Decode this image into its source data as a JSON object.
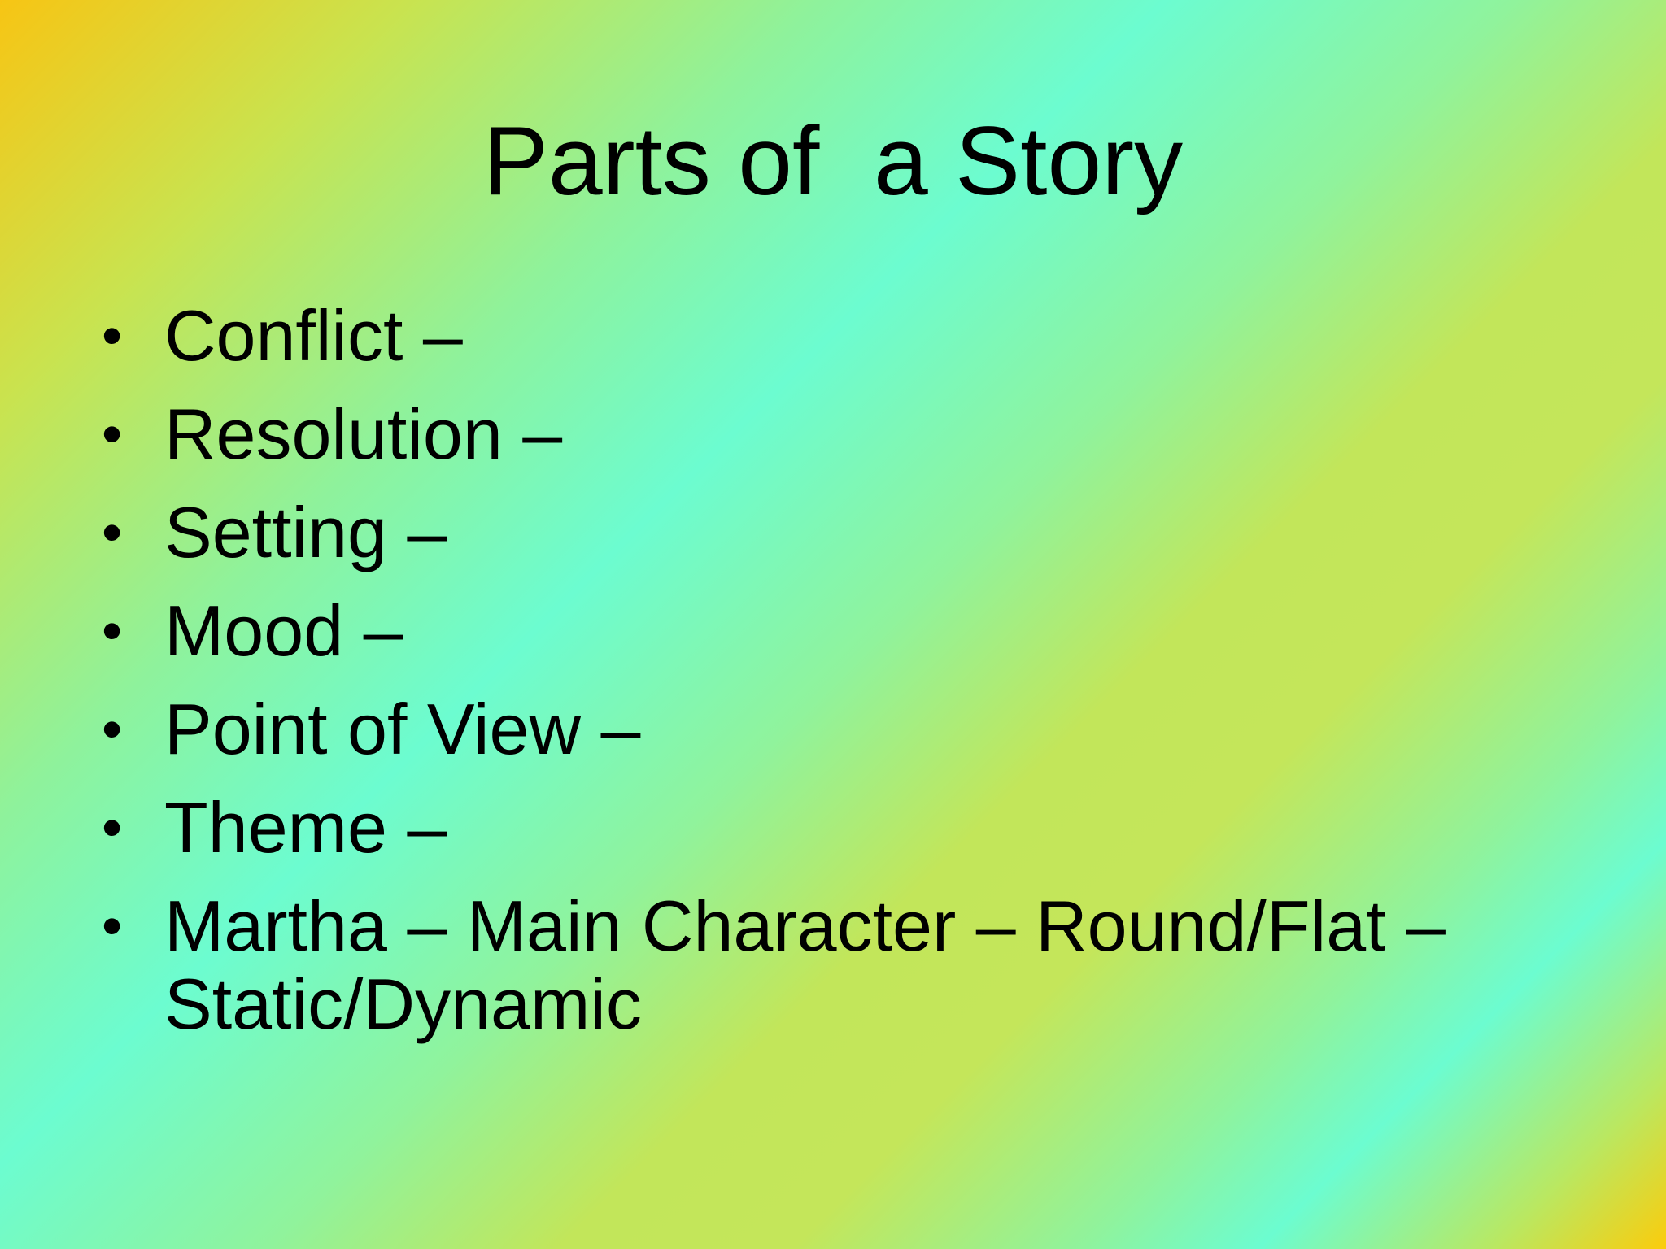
{
  "slide": {
    "title": "Parts of  a Story",
    "bullet_symbol": "•",
    "bullets": [
      "Conflict –",
      "Resolution –",
      "Setting –",
      "Mood –",
      "Point of View –",
      "Theme –",
      "Martha – Main Character – Round/Flat – Static/Dynamic"
    ]
  },
  "colors": {
    "text": "#000000",
    "gradient_yellow": "#f7c514",
    "gradient_lime": "#c9e34f",
    "gradient_mint": "#6cfcd0"
  }
}
